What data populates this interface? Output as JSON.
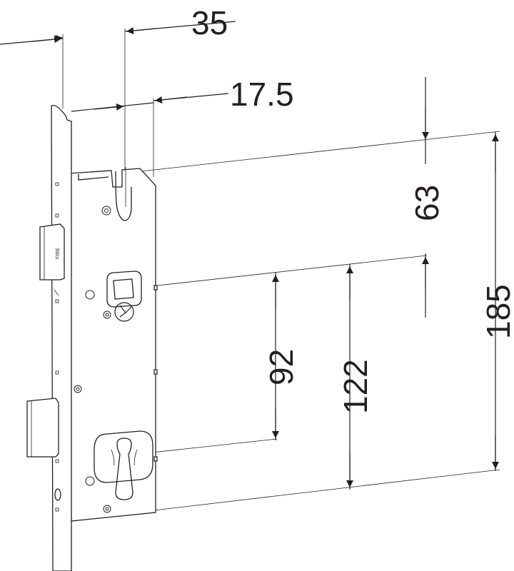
{
  "dimensions": {
    "backset": "35",
    "half_backset": "17.5",
    "handle_to_latch": "63",
    "handle_to_cylinder": "92",
    "latch_to_cylinder": "122",
    "total_height": "185"
  },
  "faceplate_label": "FIRE",
  "colors": {
    "line": "#231f20",
    "fill": "#ffffff"
  }
}
